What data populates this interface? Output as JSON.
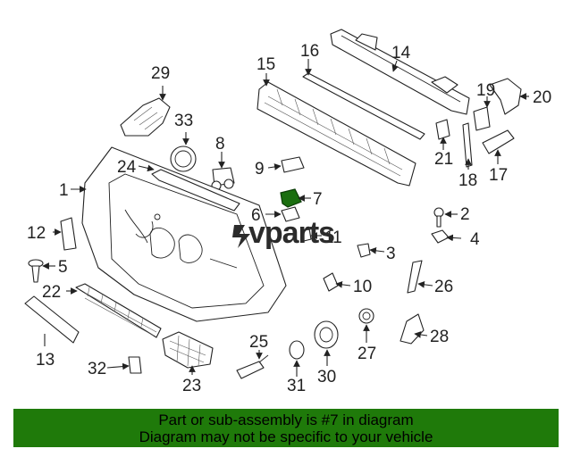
{
  "watermark": "vparts",
  "callouts": [
    "1",
    "2",
    "3",
    "4",
    "5",
    "6",
    "7",
    "8",
    "9",
    "10",
    "11",
    "12",
    "13",
    "14",
    "15",
    "16",
    "17",
    "18",
    "19",
    "20",
    "21",
    "22",
    "23",
    "24",
    "25",
    "26",
    "27",
    "28",
    "29",
    "30",
    "31",
    "32",
    "33"
  ],
  "highlight_color": "#1a6e0f",
  "banner": {
    "line1": "Part or sub-assembly is #7 in diagram",
    "line2": "Diagram may not be specific to your vehicle",
    "background": "#1f7a0a"
  }
}
